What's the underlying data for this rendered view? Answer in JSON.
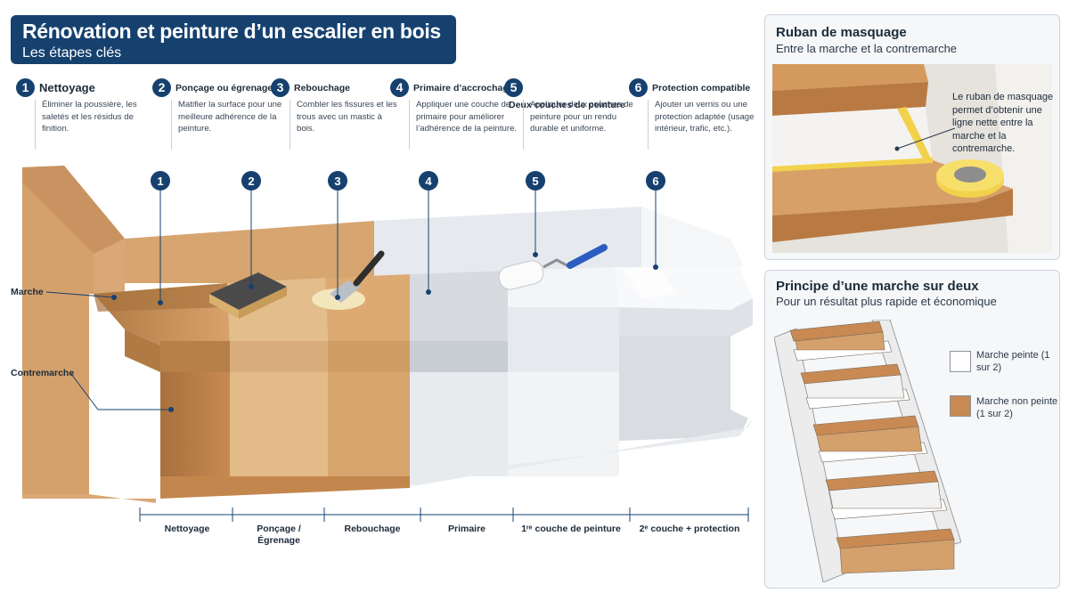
{
  "header": {
    "title": "Rénovation et peinture d’un escalier en bois",
    "subtitle": "Les étapes clés"
  },
  "steps": [
    {
      "num": "1",
      "title": "Nettoyage",
      "desc": "Éliminer la poussière, les saletés et les résidus de finition."
    },
    {
      "num": "2",
      "title": "Ponçage ou égrenage",
      "desc": "Matifier la surface pour une meilleure adhérence de la peinture."
    },
    {
      "num": "3",
      "title": "Rebouchage",
      "desc": "Combler les fissures et les trous avec un mastic à bois."
    },
    {
      "num": "4",
      "title": "Primaire d’accrochage",
      "desc": "Appliquer une couche de primaire pour améliorer l’adhérence de la peinture."
    },
    {
      "num": "5",
      "title": "Deux couches de peinture",
      "desc": "Appliquer deux couches de peinture pour un rendu durable et uniforme."
    },
    {
      "num": "6",
      "title": "Protection compatible",
      "desc": "Ajouter un vernis ou une protection adaptée (usage intérieur, trafic, etc.)."
    }
  ],
  "diagram": {
    "label_marche": "Marche",
    "label_contremarche": "Contremarche",
    "markers": [
      "1",
      "2",
      "3",
      "4",
      "5",
      "6"
    ],
    "dimensions": [
      "Nettoyage",
      "Ponçage / Égrenage",
      "Rebouchage",
      "Primaire",
      "1ʳᵉ couche de peinture",
      "2ᵉ couche + protection"
    ]
  },
  "masking_panel": {
    "title": "Ruban de masquage",
    "subtitle": "Entre la marche et la contremarche",
    "note": "Le ruban de masquage permet d’obtenir une ligne nette entre la marche et la contremarche."
  },
  "alternate_panel": {
    "title": "Principe d’une marche sur deux",
    "subtitle": "Pour un résultat plus rapide et économique",
    "legend": [
      {
        "label": "Marche peinte (1 sur 2)",
        "color": "#ffffff"
      },
      {
        "label": "Marche non peinte (1 sur 2)",
        "color": "#c88a52"
      }
    ]
  },
  "colors": {
    "navy": "#16416f",
    "wood": "#c88a52",
    "paint": "#eef1f4",
    "tape": "#f2d24c"
  }
}
